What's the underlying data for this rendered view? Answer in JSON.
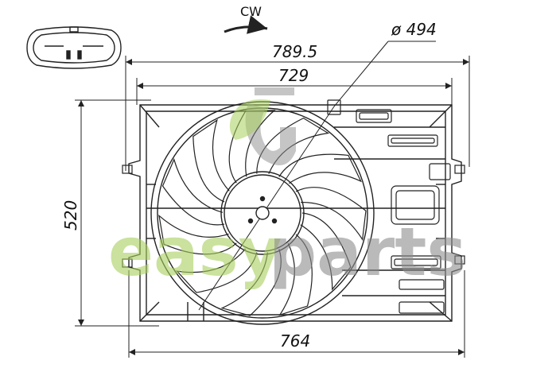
{
  "rotation": {
    "label": "CW"
  },
  "dimensions": {
    "overall_width": "789.5",
    "shroud_width": "729",
    "bottom_width": "764",
    "height": "520",
    "fan_diameter": "ø 494"
  },
  "watermark": {
    "part1": "easy",
    "part2": "parts"
  },
  "colors": {
    "line": "#222222",
    "watermark_green": "#a6cf5b",
    "watermark_gray": "#8c8c8c"
  }
}
